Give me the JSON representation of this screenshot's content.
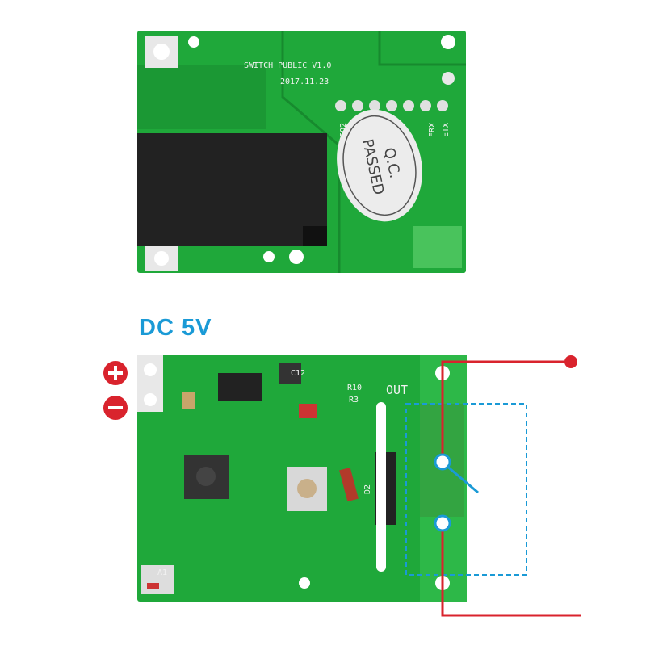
{
  "top_board": {
    "silkscreen_title": "SWITCH PUBLIC V1.0",
    "silkscreen_date": "2017.11.23",
    "pin_labels": [
      "IO2",
      "ERX",
      "ETX"
    ],
    "sticker_line1": "Q.C.",
    "sticker_line2": "PASSED"
  },
  "bottom_board": {
    "power_label": "DC 5V",
    "plus_icon": "plus-circle-icon",
    "minus_icon": "minus-circle-icon",
    "out_label": "OUT",
    "component_labels": [
      "C12",
      "R10",
      "R3",
      "D2",
      "A1"
    ]
  },
  "colors": {
    "pcb_green": "#1fa83a",
    "accent_blue": "#1a9ad6",
    "wire_red": "#d9232d",
    "relay_black": "#222222"
  }
}
